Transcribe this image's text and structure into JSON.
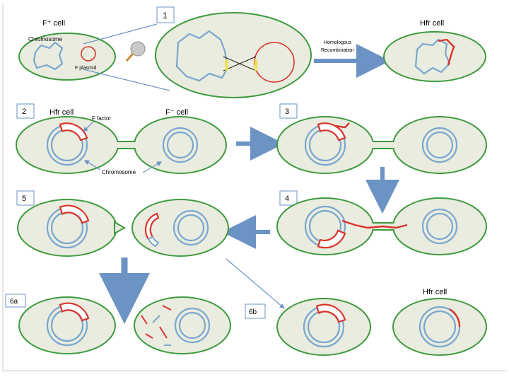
{
  "panel1": {
    "step_number": "1",
    "fplus_cell_label": "F⁺ cell",
    "chromosome_label": "Chromosome",
    "fplasmid_label": "F plasmid",
    "recombination_label_line1": "Homologous",
    "recombination_label_line2": "Recombination",
    "hfr_label": "Hfr cell"
  },
  "panel2": {
    "step_number": "2",
    "hfr_label": "Hfr cell",
    "f_factor_label": "F factor",
    "fminus_label": "F⁻ cell",
    "chromosome_label": "Chromosome"
  },
  "panel3": {
    "step_number": "3"
  },
  "panel4": {
    "step_number": "4"
  },
  "panel5": {
    "step_number": "5"
  },
  "panel6a": {
    "step_number": "6a"
  },
  "panel6b": {
    "step_number": "6b",
    "hfr_label": "Hfr cell"
  },
  "colors": {
    "cell_fill": "#e9ecdf",
    "cell_stroke": "#3f9a3f",
    "chromosome": "#7aa6cf",
    "f_factor": "#d9342b",
    "arrow": "#6b93c4",
    "crossover_marker": "#f2e04a"
  }
}
